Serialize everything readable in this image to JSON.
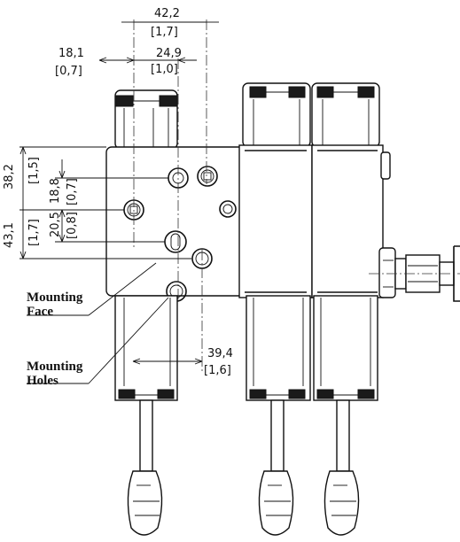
{
  "dimensions": {
    "d1": {
      "metric": "42,2",
      "imperial": "[1,7]"
    },
    "d2": {
      "metric": "18,1",
      "imperial": "[0,7]"
    },
    "d3": {
      "metric": "24,9",
      "imperial": "[1,0]"
    },
    "d4": {
      "metric": "38,2",
      "imperial": "[1,5]"
    },
    "d5": {
      "metric": "18,8",
      "imperial": "[0,7]"
    },
    "d6": {
      "metric": "20,5",
      "imperial": "[0,8]"
    },
    "d7": {
      "metric": "43,1",
      "imperial": "[1,7]"
    },
    "d8": {
      "metric": "39,4",
      "imperial": "[1,6]"
    }
  },
  "callouts": {
    "mounting_face": {
      "line1": "Mounting",
      "line2": "Face"
    },
    "mounting_holes": {
      "line1": "Mounting",
      "line2": "Holes"
    }
  }
}
